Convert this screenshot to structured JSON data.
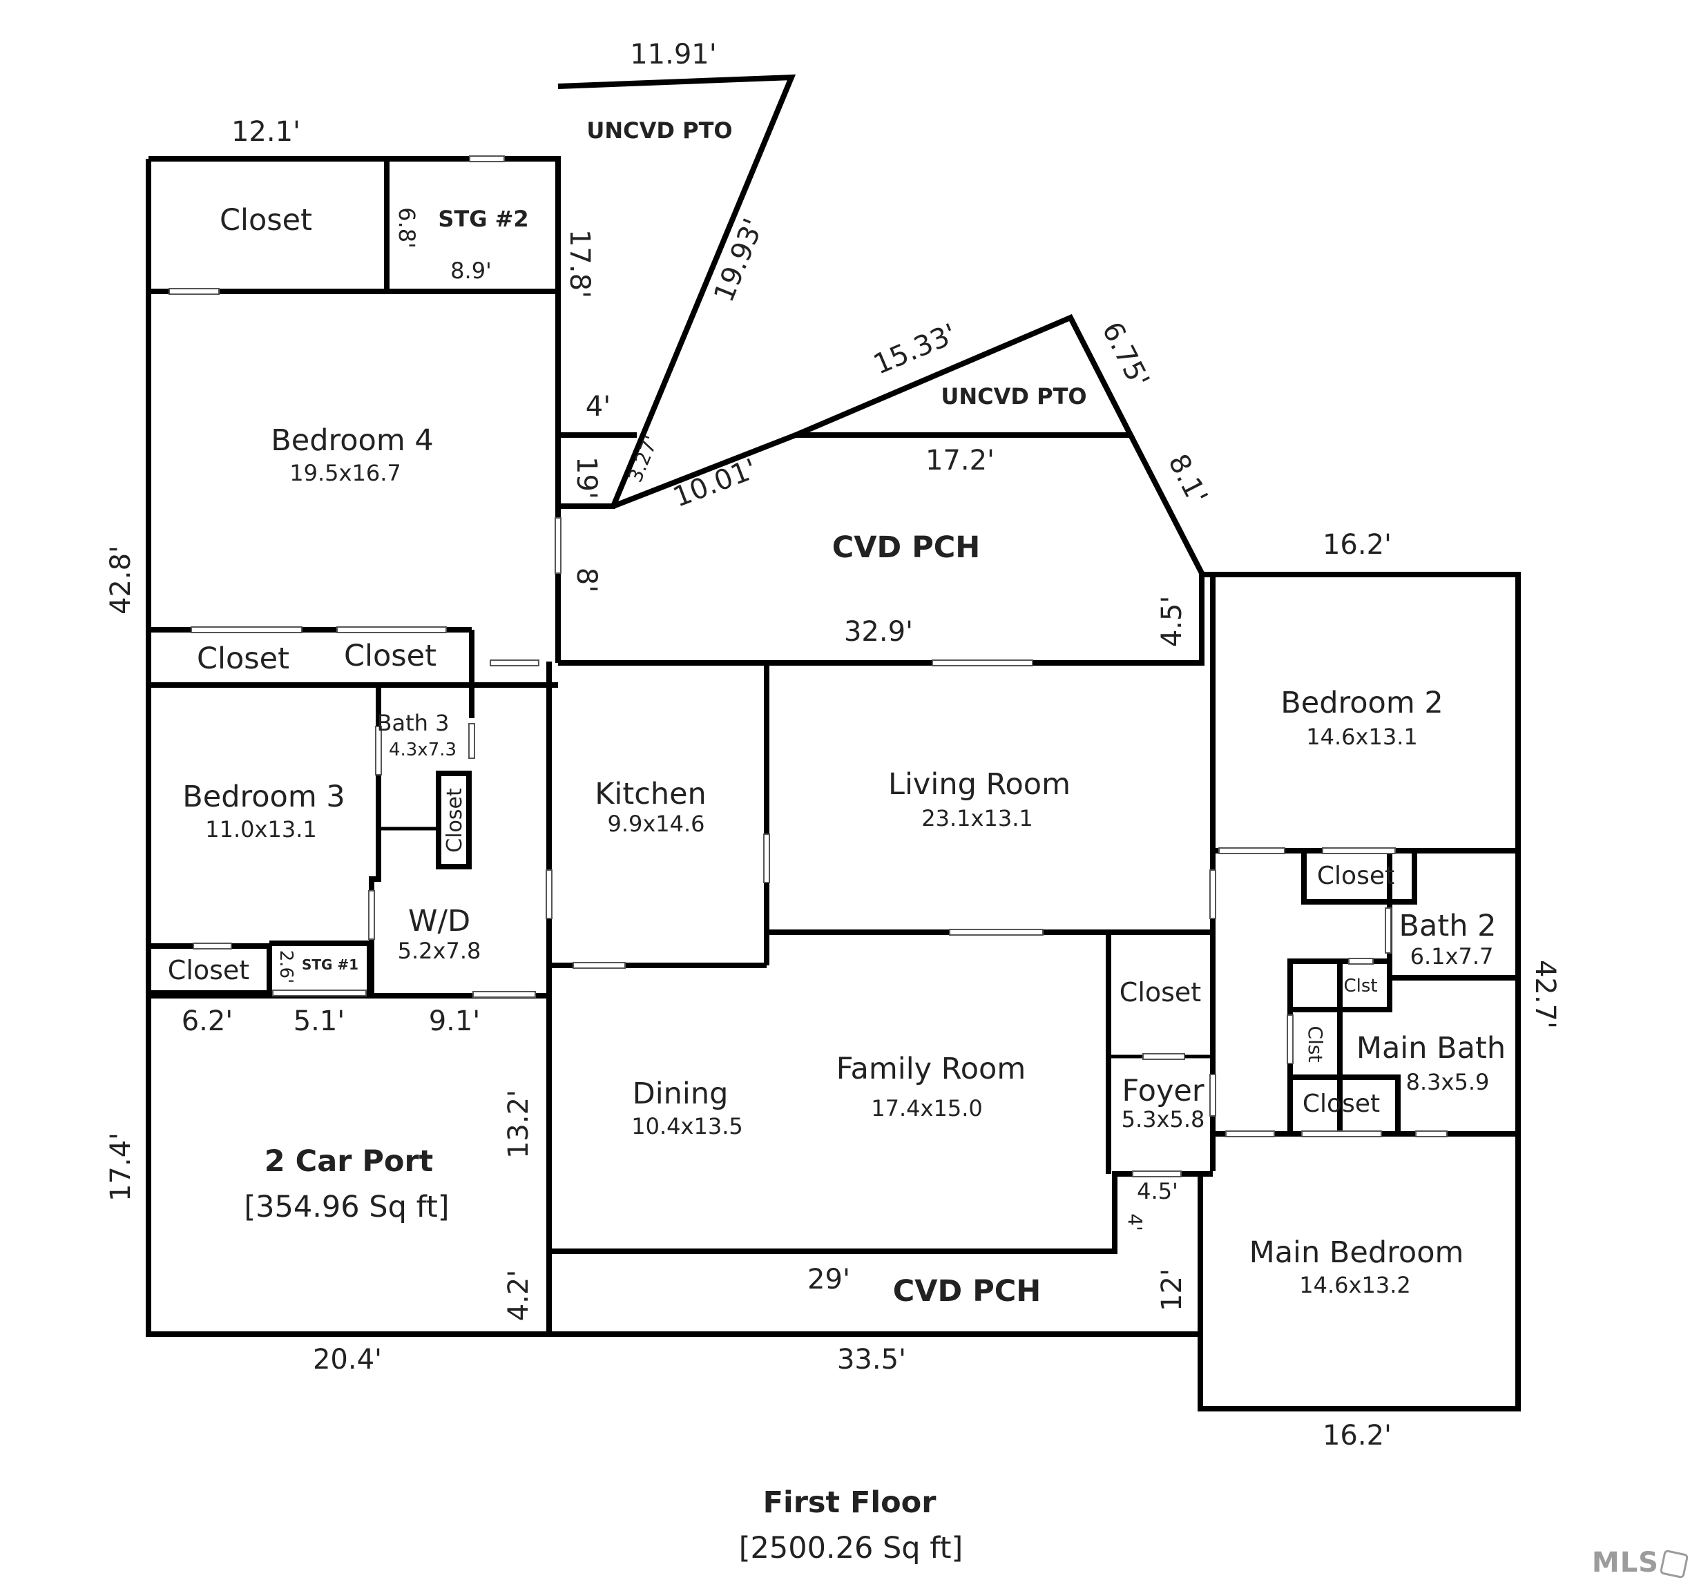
{
  "floor": {
    "title": "First Floor",
    "area": "[2500.26 Sq ft]"
  },
  "logo": "MLS",
  "rooms": {
    "closet_top": "Closet",
    "stg2": "STG #2",
    "uncvd_pto_1": "UNCVD PTO",
    "uncvd_pto_2": "UNCVD PTO",
    "cvd_pch_top": "CVD PCH",
    "bedroom4": {
      "name": "Bedroom 4",
      "size": "19.5x16.7"
    },
    "closet_b4a": "Closet",
    "closet_b4b": "Closet",
    "bath3": {
      "name": "Bath 3",
      "size": "4.3x7.3"
    },
    "closet_bath3": "Closet",
    "bedroom3": {
      "name": "Bedroom 3",
      "size": "11.0x13.1"
    },
    "wd": {
      "name": "W/D",
      "size": "5.2x7.8"
    },
    "closet_b3": "Closet",
    "stg1": "STG #1",
    "kitchen": {
      "name": "Kitchen",
      "size": "9.9x14.6"
    },
    "living": {
      "name": "Living Room",
      "size": "23.1x13.1"
    },
    "dining": {
      "name": "Dining",
      "size": "10.4x13.5"
    },
    "family": {
      "name": "Family Room",
      "size": "17.4x15.0"
    },
    "closet_foyer": "Closet",
    "foyer": {
      "name": "Foyer",
      "size": "5.3x5.8"
    },
    "bedroom2": {
      "name": "Bedroom 2",
      "size": "14.6x13.1"
    },
    "closet_b2": "Closet",
    "bath2": {
      "name": "Bath 2",
      "size": "6.1x7.7"
    },
    "clst_a": "Clst",
    "clst_b": "Clst",
    "main_bath": {
      "name": "Main Bath",
      "size": "8.3x5.9"
    },
    "closet_mb": "Closet",
    "main_bedroom": {
      "name": "Main Bedroom",
      "size": "14.6x13.2"
    },
    "carport": {
      "name": "2 Car Port",
      "area": "[354.96 Sq ft]"
    },
    "cvd_pch_bottom": "CVD PCH"
  },
  "dims": {
    "d_11_91": "11.91'",
    "d_12_1": "12.1'",
    "d_6_8": "6.8'",
    "d_8_9": "8.9'",
    "d_17_8": "17.8'",
    "d_19_93": "19.93'",
    "d_4": "4'",
    "d_3_27": "3.27'",
    "d_19": "19'",
    "d_15_33": "15.33'",
    "d_6_75": "6.75'",
    "d_17_2": "17.2'",
    "d_10_01": "10.01'",
    "d_8_1": "8.1'",
    "d_8": "8'",
    "d_42_8": "42.8'",
    "d_16_2_top": "16.2'",
    "d_4_5_top": "4.5'",
    "d_32_9": "32.9'",
    "d_42_7": "42.7'",
    "d_2_6": "2.6'",
    "d_6_2": "6.2'",
    "d_5_1": "5.1'",
    "d_9_1": "9.1'",
    "d_13_2": "13.2'",
    "d_17_4": "17.4'",
    "d_4_2": "4.2'",
    "d_4_5_bot": "4.5'",
    "d_4_bot": "4'",
    "d_29": "29'",
    "d_12": "12'",
    "d_20_4": "20.4'",
    "d_33_5": "33.5'",
    "d_16_2_bot": "16.2'"
  }
}
